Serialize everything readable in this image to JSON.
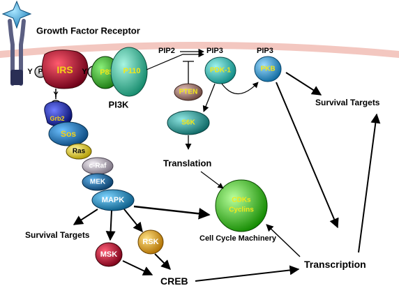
{
  "title": "Growth Factor Receptor",
  "receptor": {
    "p_label": "P",
    "y_label": "Y"
  },
  "nodes": {
    "irs": "IRS",
    "p85": "P85",
    "p110": "P110",
    "pi3k": "PI3K",
    "grb2": "Grb2",
    "sos": "Sos",
    "ras": "Ras",
    "craf": "c-Raf",
    "mek": "MEK",
    "mapk": "MAPK",
    "msk": "MSK",
    "rsk": "RSK",
    "pdk1": "PDK-1",
    "pkb": "PKB",
    "pten": "PTEN",
    "s6k": "S6K",
    "cdks": "CDKs",
    "cyclins": "Cyclins"
  },
  "labels": {
    "pip2": "PIP2",
    "pip3_a": "PIP3",
    "pip3_b": "PIP3",
    "survival_right": "Survival Targets",
    "survival_left": "Survival Targets",
    "translation": "Translation",
    "cell_cycle": "Cell Cycle Machinery",
    "transcription": "Transcription",
    "creb": "CREB"
  },
  "colors": {
    "membrane": "#f3c7c0",
    "receptor_star": "#2b9fd6",
    "irs": "#c8123a",
    "irs_text": "#f2d21a",
    "p85": "#3fbf2f",
    "p110": "#3fc9a5",
    "grb2": "#2430b8",
    "sos": "#1f7ec4",
    "ras": "#f2dd1a",
    "craf": "#c6bfc9",
    "mek": "#2374b2",
    "mapk": "#1f95cf",
    "msk": "#c8123a",
    "rsk": "#f2b51a",
    "pdk1": "#2fc8c0",
    "pkb": "#29a8e2",
    "pten": "#a9786f",
    "s6k": "#2aa6a0",
    "cdks": "#3ad21f"
  }
}
